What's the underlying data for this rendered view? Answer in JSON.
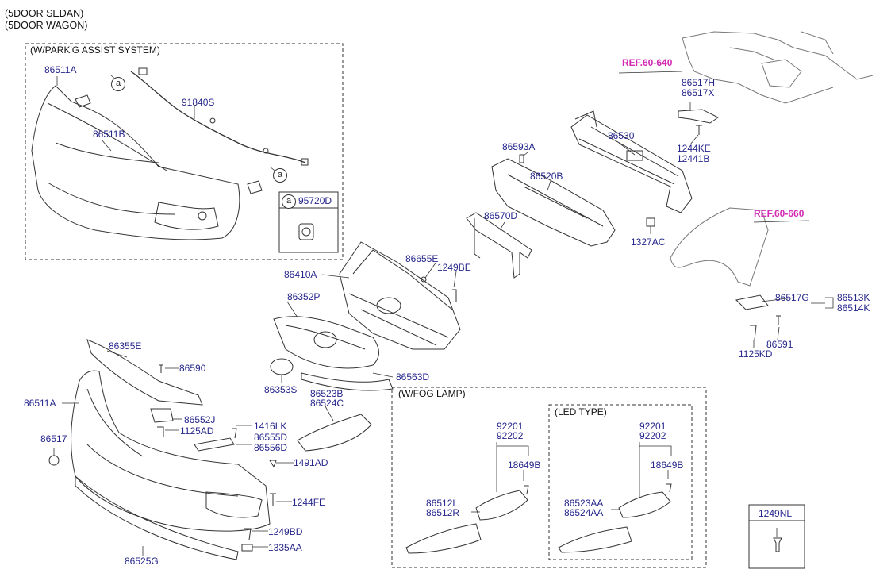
{
  "header": {
    "line1": "(5DOOR SEDAN)",
    "line2": "(5DOOR WAGON)"
  },
  "groups": {
    "parking_assist": "(W/PARK'G ASSIST SYSTEM)",
    "fog_lamp": "(W/FOG LAMP)",
    "led_type": "(LED TYPE)"
  },
  "refs": {
    "ref_body": "REF.60-640",
    "ref_fender": "REF.60-660"
  },
  "callouts": {
    "a": "a"
  },
  "boxes": {
    "sensor": "95720D",
    "clip": "1249NL"
  },
  "labels": {
    "p86511A_top": "86511A",
    "p91840S": "91840S",
    "p86511B": "86511B",
    "p86517H": "86517H",
    "p86517X": "86517X",
    "p86530": "86530",
    "p86593A": "86593A",
    "p1244KE": "1244KE",
    "p12441B": "12441B",
    "p86520B": "86520B",
    "p86570D": "86570D",
    "p1327AC": "1327AC",
    "p86655E": "86655E",
    "p1249BE": "1249BE",
    "p86410A": "86410A",
    "p86352P": "86352P",
    "p86517G": "86517G",
    "p86513K": "86513K",
    "p86514K": "86514K",
    "p86591": "86591",
    "p1125KD": "1125KD",
    "p86355E": "86355E",
    "p86590": "86590",
    "p86353S": "86353S",
    "p86563D": "86563D",
    "p86511A_bot": "86511A",
    "p86523B": "86523B",
    "p86524C": "86524C",
    "p86552J": "86552J",
    "p1125AD": "1125AD",
    "p1416LK": "1416LK",
    "p86517": "86517",
    "p86555D": "86555D",
    "p86556D": "86556D",
    "p1491AD": "1491AD",
    "p1244FE": "1244FE",
    "p1249BD": "1249BD",
    "p1335AA": "1335AA",
    "p86525G": "86525G",
    "p92201_a": "92201",
    "p92202_a": "92202",
    "p18649B_a": "18649B",
    "p86512L": "86512L",
    "p86512R": "86512R",
    "p92201_b": "92201",
    "p92202_b": "92202",
    "p18649B_b": "18649B",
    "p86523AA": "86523AA",
    "p86524AA": "86524AA"
  }
}
